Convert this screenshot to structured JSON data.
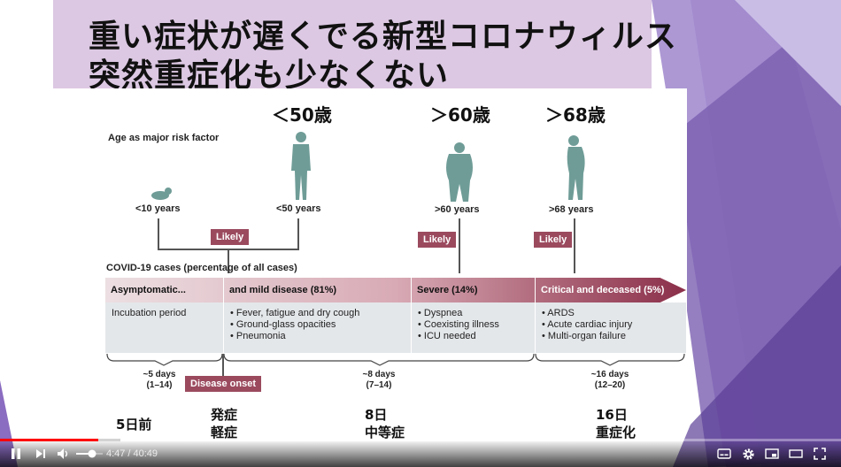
{
  "slide": {
    "title_line1": "重い症状が遅くでる新型コロナウィルス",
    "title_line2": "突然重症化も少なくない",
    "age_heads": [
      "＜50歳",
      "＞60歳",
      "＞68歳"
    ]
  },
  "figure": {
    "age_risk_label": "Age as major risk factor",
    "age_groups": [
      "<10 years",
      "<50 years",
      ">60 years",
      ">68 years"
    ],
    "likely_label": "Likely",
    "cases_label": "COVID-19 cases (percentage of all cases)",
    "phases": [
      {
        "name": "Asymptomatic...",
        "items": [
          "Incubation period"
        ]
      },
      {
        "name": "and mild disease (81%)",
        "items": [
          "• Fever, fatigue and dry cough",
          "• Ground-glass opacities",
          "• Pneumonia"
        ]
      },
      {
        "name": "Severe (14%)",
        "items": [
          "• Dyspnea",
          "• Coexisting illness",
          "• ICU needed"
        ]
      },
      {
        "name": "Critical and deceased (5%)",
        "items": [
          "• ARDS",
          "• Acute cardiac injury",
          "• Multi-organ failure"
        ]
      }
    ],
    "durations": [
      {
        "label": "~5 days",
        "range": "(1–14)"
      },
      {
        "label": "~8 days",
        "range": "(7–14)"
      },
      {
        "label": "~16 days",
        "range": "(12–20)"
      }
    ],
    "onset_label": "Disease onset"
  },
  "bottom_labels": {
    "five_days": "5日前",
    "onset_line1": "発症",
    "onset_line2": "軽症",
    "eight_line1": "8日",
    "eight_line2": "中等症",
    "sixteen_line1": "16日",
    "sixteen_line2": "重症化"
  },
  "player": {
    "current_time": "4:47",
    "separator": "/",
    "duration": "40:49",
    "progress_fraction": 0.117,
    "volume_fraction": 0.6,
    "icons": [
      "pause-icon",
      "next-icon",
      "volume-icon",
      "subtitles-icon",
      "settings-icon",
      "miniplayer-icon",
      "theater-icon",
      "fullscreen-icon"
    ],
    "accent_color": "#ff0000"
  },
  "theme": {
    "title_band": "#dcc8e3",
    "likely_box": "#9b4a5e",
    "person": "#6f9c97",
    "deco_purple": "#7a5fb0"
  }
}
